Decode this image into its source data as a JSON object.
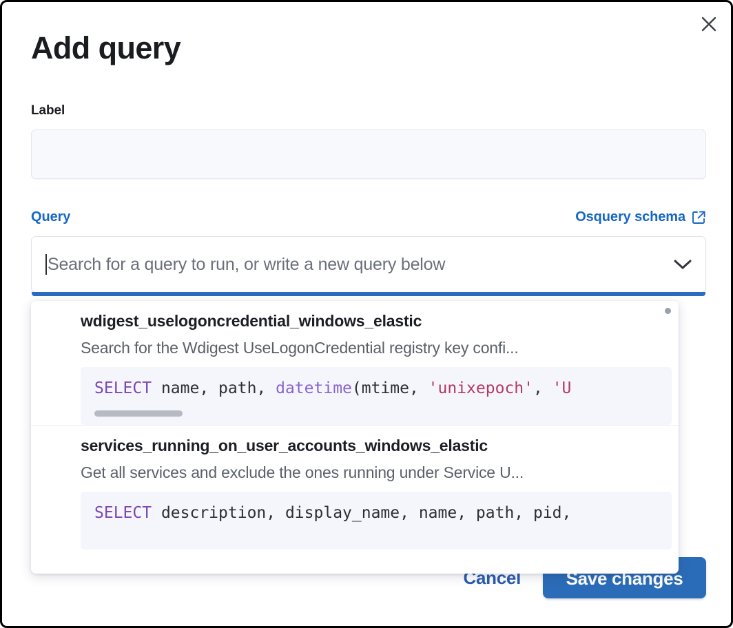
{
  "modal": {
    "title": "Add query",
    "close_icon": "close-icon"
  },
  "label_field": {
    "label": "Label",
    "value": "",
    "placeholder": ""
  },
  "query_field": {
    "label": "Query",
    "schema_link_text": "Osquery schema",
    "schema_link_icon": "external-link-icon",
    "combobox_placeholder": "Search for a query to run, or write a new query below",
    "combobox_value": "",
    "chevron_icon": "chevron-down-icon"
  },
  "dropdown": {
    "options": [
      {
        "title": "wdigest_uselogoncredential_windows_elastic",
        "description": "Search for the Wdigest UseLogonCredential registry key confi...",
        "code_tokens": [
          {
            "t": "SELECT",
            "c": "kw"
          },
          {
            "t": " name, path, ",
            "c": "plain"
          },
          {
            "t": "datetime",
            "c": "fn"
          },
          {
            "t": "(mtime, ",
            "c": "plain"
          },
          {
            "t": "'unixepoch'",
            "c": "str"
          },
          {
            "t": ", ",
            "c": "plain"
          },
          {
            "t": "'U",
            "c": "str"
          }
        ],
        "has_code_scrollbar": true
      },
      {
        "title": "services_running_on_user_accounts_windows_elastic",
        "description": "Get all services and exclude the ones running under Service U...",
        "code_tokens": [
          {
            "t": "SELECT",
            "c": "kw"
          },
          {
            "t": " description, display_name, name, path, pid,",
            "c": "plain"
          }
        ],
        "has_code_scrollbar": false
      }
    ]
  },
  "footer": {
    "cancel_label": "Cancel",
    "save_label": "Save changes"
  },
  "colors": {
    "accent_blue": "#1667c4",
    "button_blue": "#2b6cb8",
    "focus_bar": "#2a6cc0",
    "title_dark": "#1a1c21",
    "code_bg": "#f5f6fb",
    "sql_keyword": "#7c48b5",
    "sql_function": "#8a63d2",
    "sql_string": "#b23a63"
  }
}
